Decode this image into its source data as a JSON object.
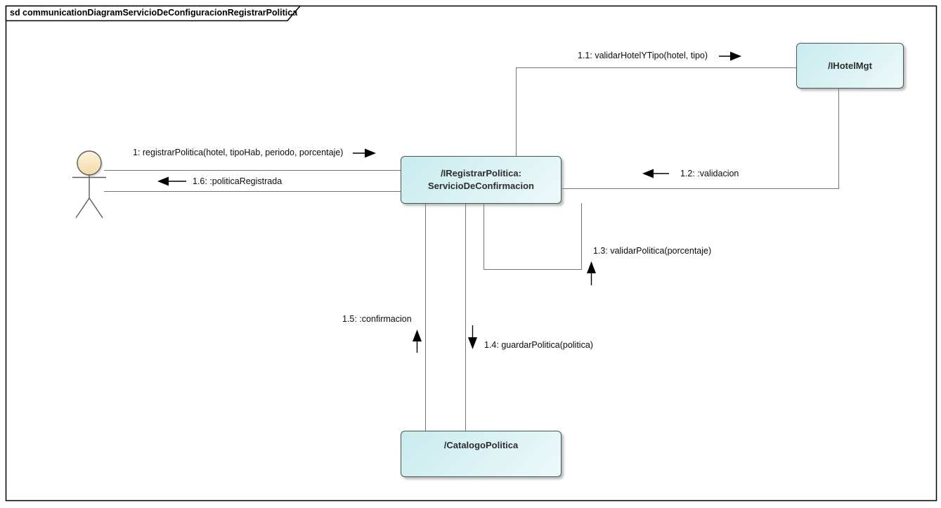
{
  "frame": {
    "title": "sd communicationDiagramServicioDeConfiguracionRegistrarPolitica"
  },
  "objects": {
    "hotelmgt": {
      "label": "/IHotelMgt"
    },
    "registrar": {
      "line1": "/IRegistrarPolitica:",
      "line2": "ServicioDeConfirmacion"
    },
    "catalogo": {
      "label": "/CatalogoPolitica"
    }
  },
  "messages": {
    "m1": {
      "label": "1: registrarPolitica(hotel, tipoHab, periodo, porcentaje)",
      "direction": "right"
    },
    "m1_1": {
      "label": "1.1: validarHotelYTipo(hotel, tipo)",
      "direction": "right"
    },
    "m1_2": {
      "label": "1.2: :validacion",
      "direction": "left"
    },
    "m1_3": {
      "label": "1.3: validarPolitica(porcentaje)",
      "direction": "up"
    },
    "m1_4": {
      "label": "1.4: guardarPolitica(politica)",
      "direction": "down"
    },
    "m1_5": {
      "label": "1.5: :confirmacion",
      "direction": "up"
    },
    "m1_6": {
      "label": "1.6: :politicaRegistrada",
      "direction": "left"
    }
  },
  "colors": {
    "object_fill_top": "#c9ebee",
    "object_fill_bottom": "#ecf9f9",
    "object_border": "#44585a",
    "link_line": "#757575",
    "arrow": "#000000",
    "actor_head_fill": "#f7e3b8",
    "frame_border": "#000000",
    "background": "#ffffff"
  }
}
